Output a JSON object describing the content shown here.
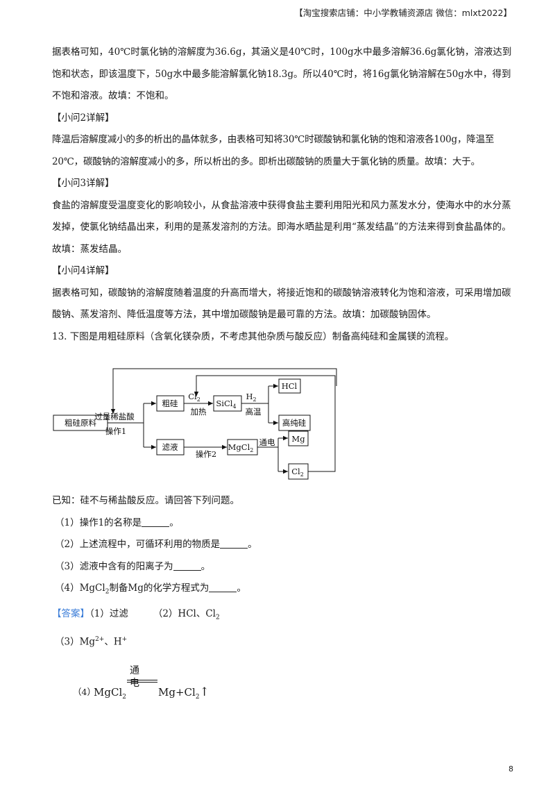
{
  "header": {
    "text": "【淘宝搜索店铺：中小学教辅资源店 微信：mlxt2022】"
  },
  "paragraphs": {
    "p1": "据表格可知，40℃时氯化钠的溶解度为36.6g，其涵义是40℃时，100g水中最多溶解36.6g氯化钠，溶液达到饱和状态，即该温度下，50g水中最多能溶解氯化钠18.3g。所以40℃时，将16g氯化钠溶解在50g水中，得到不饱和溶液。故填：不饱和。",
    "h2": "【小问2详解】",
    "p2": "降温后溶解度减小的多的析出的晶体就多，由表格可知将30℃时碳酸钠和氯化钠的饱和溶液各100g，降温至20℃，碳酸钠的溶解度减小的多，所以析出的多。即析出碳酸钠的质量大于氯化钠的质量。故填：大于。",
    "h3": "【小问3详解】",
    "p3": "食盐的溶解度受温度变化的影响较小，从食盐溶液中获得食盐主要利用阳光和风力蒸发水分，使海水中的水分蒸发掉，使氯化钠结晶出来，利用的是蒸发溶剂的方法。即海水晒盐是利用“蒸发结晶”的方法来得到食盐晶体的。故填：蒸发结晶。",
    "h4": "【小问4详解】",
    "p4": "据表格可知，碳酸钠的溶解度随着温度的升高而增大，将接近饱和的碳酸钠溶液转化为饱和溶液，可采用增加碳酸钠、蒸发溶剂、降低温度等方法，其中增加碳酸钠是最可靠的方法。故填：加碳酸钠固体。",
    "q13": "13. 下图是用粗硅原料（含氧化镁杂质，不考虑其他杂质与酸反应）制备高纯硅和金属镁的流程。"
  },
  "diagram": {
    "raw": "粗硅原料",
    "acid": "过量稀盐酸",
    "op1": "操作1",
    "crude_si": "粗硅",
    "filtrate": "滤液",
    "cl2_top": "Cl",
    "cl2_top_sub": "2",
    "heat": "加热",
    "sicl4": "SiCl",
    "sicl4_sub": "4",
    "h2": "H",
    "h2_sub": "2",
    "high_temp": "高温",
    "hcl": "HCl",
    "pure_si": "高纯硅",
    "op2": "操作2",
    "mgcl2": "MgCl",
    "mgcl2_sub": "2",
    "electric": "通电",
    "mg": "Mg",
    "cl2_out": "Cl",
    "cl2_out_sub": "2"
  },
  "questions": {
    "known": "已知：硅不与稀盐酸反应。请回答下列问题。",
    "q1": "（1）操作1的名称是",
    "q2": "（2）上述流程中，可循环利用的物质是",
    "q3": "（3）滤液中含有的阳离子为",
    "q4_pre": "（4）MgCl",
    "q4_sub": "2",
    "q4_post": "制备Mg的化学方程式为",
    "end": "。"
  },
  "answer": {
    "label": "【答案】",
    "a1": "（1）过滤",
    "a2_pre": "（2）HCl、Cl",
    "a2_sub": "2",
    "a3_pre": "（3）Mg",
    "a3_sup": "2+",
    "a3_mid": "、H",
    "a3_sup2": "+",
    "a4_num": "（4）",
    "eq_lhs": "MgCl",
    "eq_lhs_sub": "2",
    "eq_cond": "通电",
    "eq_rhs": "Mg+Cl",
    "eq_rhs_sub": "2",
    "eq_arrow": "↑"
  },
  "page_number": "8"
}
